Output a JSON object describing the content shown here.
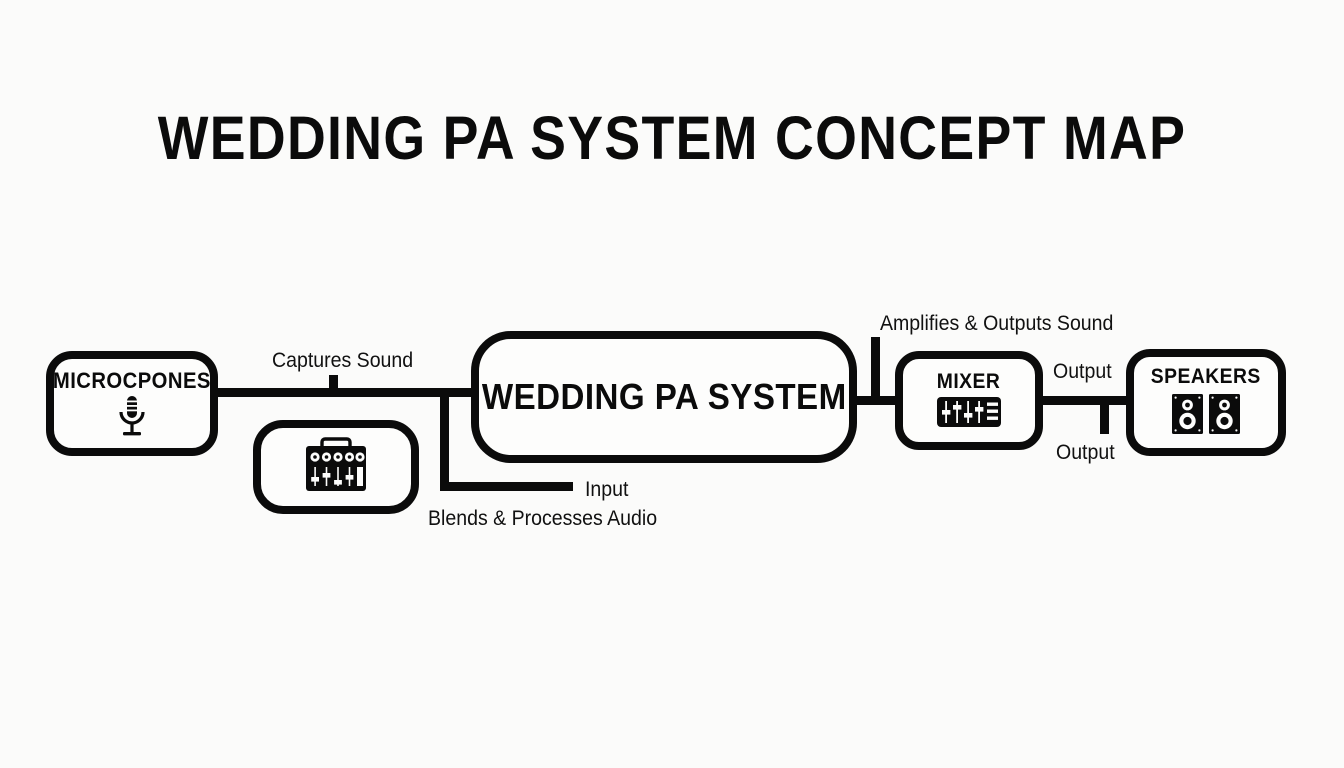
{
  "page": {
    "title": "WEDDING PA SYSTEM CONCEPT MAP",
    "background_color": "#fbfbfa",
    "ink_color": "#0b0b0b"
  },
  "nodes": [
    {
      "id": "microphones",
      "label": "MICROCPONES",
      "icon": "microphone-icon"
    },
    {
      "id": "console",
      "label": "",
      "icon": "mixing-console-icon"
    },
    {
      "id": "wedding-pa-system",
      "label": "WEDDING PA SYSTEM",
      "icon": ""
    },
    {
      "id": "mixer",
      "label": "MIXER",
      "icon": "faders-icon"
    },
    {
      "id": "speakers",
      "label": "SPEAKERS",
      "icon": "speakers-icon"
    }
  ],
  "edge_labels": {
    "captures_sound": "Captures Sound",
    "input": "Input",
    "blends_and_processes_audio": "Blends & Processes Audio",
    "amplifies_and_outputs_sound": "Amplifies & Outputs Sound",
    "output_top": "Output",
    "output_bottom": "Output"
  }
}
